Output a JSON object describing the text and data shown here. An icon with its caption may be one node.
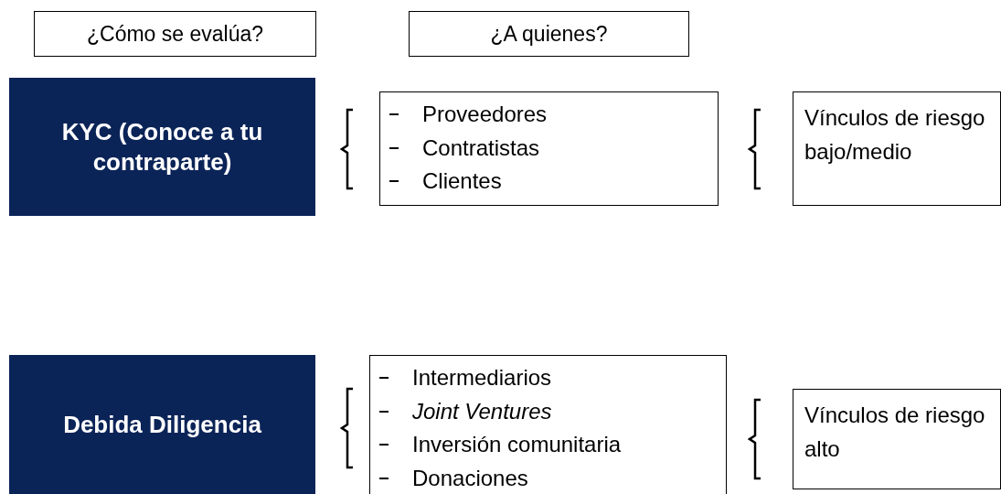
{
  "diagram": {
    "nodes": [
      {
        "text": [
          "¿Cómo se evalúa?"
        ]
      },
      {
        "text": [
          "¿A quienes?"
        ]
      },
      {
        "text": [
          "KYC (Conoce a tu contraparte)"
        ]
      },
      {
        "text": [
          "Proveedores",
          "Contratistas",
          "Clientes"
        ]
      },
      {
        "text": [
          "Vínculos de riesgo bajo/medio"
        ]
      },
      {
        "text": [
          "Debida Diligencia"
        ]
      },
      {
        "text": [
          "Intermediarios",
          "*Joint Ventures*",
          "Inversión comunitaria",
          "Donaciones"
        ]
      },
      {
        "text": [
          "Vínculos de riesgo alto"
        ]
      }
    ]
  }
}
